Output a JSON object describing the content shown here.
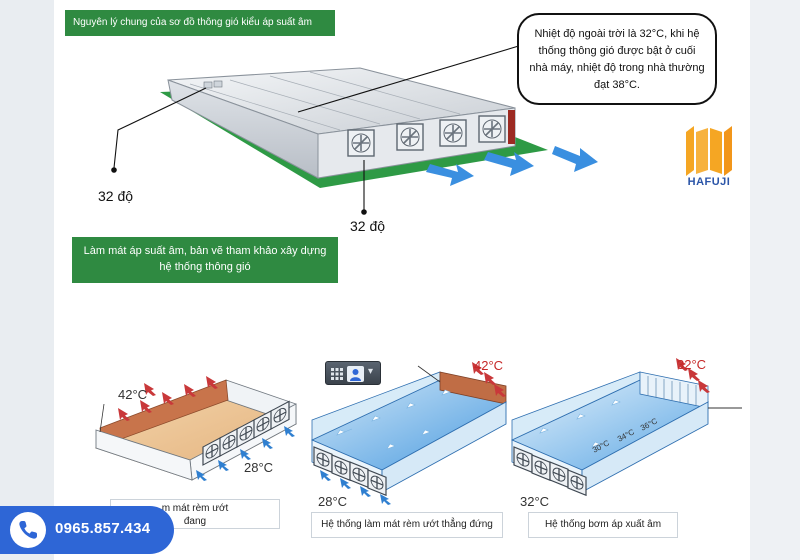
{
  "top_caption": "Nguyên lý chung của sơ đồ thông gió kiểu áp suất âm",
  "callout_text": "Nhiệt độ ngoài trời là 32°C, khi hệ thống thông gió được bật ở cuối nhà máy, nhiệt độ trong nhà thường đạt 38°C.",
  "label_left": "32 độ",
  "label_bottom": "32 độ",
  "mid_caption": "Làm mát áp suất âm, bản vẽ tham khảo xây dựng hệ thống thông gió",
  "logo": {
    "text": "HAFUJI",
    "color": "#f5a623"
  },
  "diagrams": [
    {
      "inlet_temp": "42°C",
      "outlet_temp": "28°C",
      "caption": "m mát rèm ướt\nđang"
    },
    {
      "inlet_temp": "42°C",
      "outlet_temp": "28°C",
      "caption": "Hệ thống làm mát rèm ướt thẳng đứng"
    },
    {
      "inlet_temp": "32°C",
      "outlet_temp": "32°C",
      "caption": "Hệ thống bơm áp xuất âm",
      "inner_temps": [
        "30°C",
        "34°C",
        "36°C"
      ]
    }
  ],
  "contact": {
    "phone": "0965.857.434",
    "icon": "phone-icon"
  },
  "toolbar": {
    "icons": [
      "grid-icon",
      "user-icon",
      "chevron-down-icon"
    ]
  },
  "colors": {
    "green": "#2f8a41",
    "blue_arrow": "#3a8fe0",
    "phone_bar": "#2e66d6"
  }
}
